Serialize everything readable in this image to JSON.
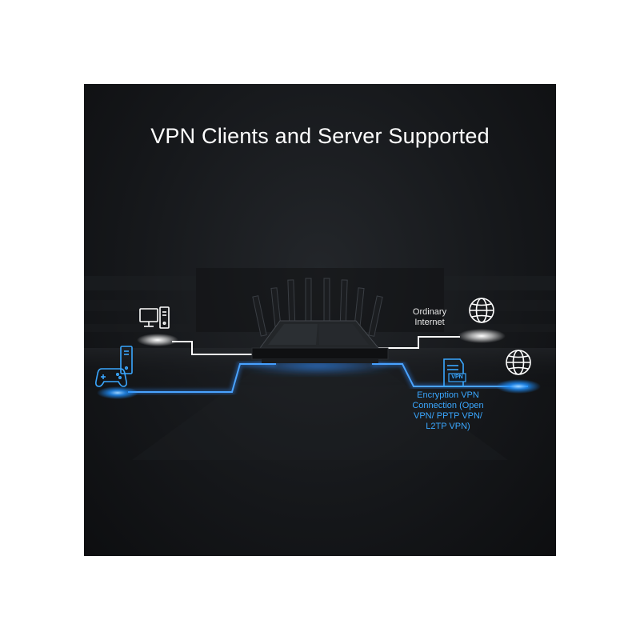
{
  "title": "VPN Clients and Server Supported",
  "labels": {
    "ordinary_internet_line1": "Ordinary",
    "ordinary_internet_line2": "Internet",
    "encryption_line1": "Encryption VPN",
    "encryption_line2": "Connection (Open",
    "encryption_line3": "VPN/ PPTP VPN/",
    "encryption_line4": "L2TP VPN)",
    "vpn_badge": "VPN"
  },
  "icons": [
    "desktop-computer-icon",
    "game-controller-icon",
    "game-console-icon",
    "globe-icon",
    "vpn-server-icon",
    "router"
  ],
  "colors": {
    "background": "#16181b",
    "ordinary_line": "#ffffff",
    "vpn_line": "#2f8cff",
    "glow_white": "#ffffff",
    "glow_blue": "#1e90ff"
  }
}
